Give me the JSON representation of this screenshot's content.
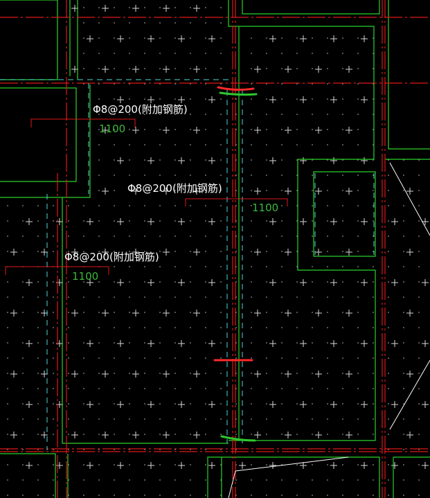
{
  "colors": {
    "background": "#000000",
    "wall_outline": "#2bd32b",
    "axis_line": "#e01818",
    "dashed_line": "#4fd6d6",
    "hatch_mark": "#d8d8d8",
    "annotation_text": "#ffffff",
    "dimension_text": "#3cb83c",
    "leader_line": "#e01818",
    "marker_red": "#ff2a2a",
    "marker_green": "#2ec82e",
    "hatch_line": "#ffffff"
  },
  "annotations": [
    {
      "id": "rebar-note-1",
      "text": "Φ8@200(附加钢筋)",
      "dimension": "1100"
    },
    {
      "id": "rebar-note-2",
      "text": "Φ8@200(附加钢筋)",
      "dimension": "1100"
    },
    {
      "id": "rebar-note-3",
      "text": "Φ8@200(附加钢筋)",
      "dimension": "1100"
    }
  ],
  "pattern": {
    "symbol": "+",
    "name": "slab-hatch-pattern"
  }
}
